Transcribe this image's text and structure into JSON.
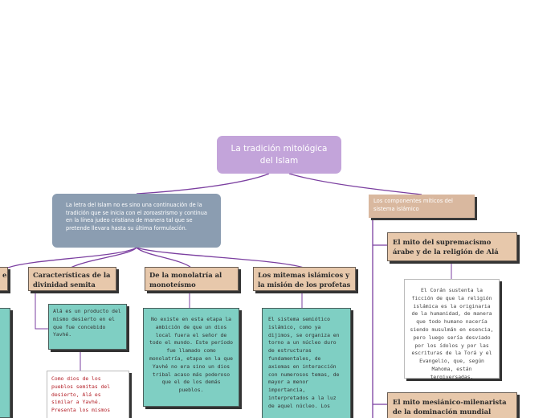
{
  "root": {
    "title": "La tradición mitológica del Islam"
  },
  "intro": {
    "text": "La letra del Islam no es sino una continuación de la tradición que se inicia con el zoroastrismo y continua en la línea judeo cristiana de manera tal que se pretende llevara hasta su última formulación."
  },
  "topics": {
    "left_partial": {
      "title": "el"
    },
    "caracteristicas": {
      "title": "Características de la divinidad semita",
      "detail": "Alá es un producto del mismo desierto en el que fue concebido Yavhé.",
      "note": "Como dios de los pueblos semitas del desierto, Alá es similar a Yavhé. Presenta los mismos"
    },
    "monolatria": {
      "title": "De la monolatría al monoteísmo",
      "detail": "No existe en esta etapa la ambición de que un dios local fuera el señor de todo el mundo. Este período fue llamado como monolatría, etapa en la que Yavhé no era sino un dios tribal acaso más poderoso que el de los demás pueblos."
    },
    "mitemas": {
      "title": "Los mitemas islámicos y la misión de los profetas",
      "detail": "El sistema semiótico islámico, como ya dijimos, se organiza en torno a un núcleo duro de estructuras fundamentales, de axiomas en interacción con numerosos temas, de mayor a menor importancia, interpretados a la luz de aquel núcleo. Los"
    }
  },
  "components": {
    "title": "Los componentes míticos del sistema islámico",
    "supremacismo": {
      "title": "El mito del supremacismo árabe y de la religión de Alá",
      "note": "El Corán sustenta la ficción de que la religión islámica es la originaria de la humanidad, de manera que todo humano nacería siendo musulmán en esencia, pero luego sería desviado por los ídolos y por las escrituras de la Torá y el Evangelio, que, según Mahoma, están tergiversadas."
    },
    "mesianico": {
      "title": "El mito mesiánico-milenarista de la dominación mundial"
    }
  },
  "colors": {
    "root": "#c3a4da",
    "intro": "#8b9db1",
    "topic": "#e7c8ab",
    "detail": "#7fcfc3",
    "connector": "#7b3fa0"
  }
}
